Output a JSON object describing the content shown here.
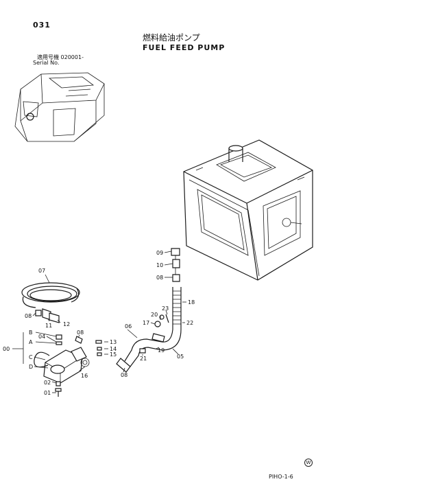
{
  "page_number": "031",
  "title_jp": "燃料給油ポンプ",
  "title_en": "FUEL FEED PUMP",
  "serial_label_jp": "適用号機  020001-",
  "serial_label_en": "Serial No.",
  "footer_code": "PIHO-1-6",
  "watermark": "W",
  "callouts": {
    "c09": "09",
    "c10": "10",
    "c08a": "08",
    "c07": "07",
    "c08b": "08",
    "c11": "11",
    "c12": "12",
    "cB": "B",
    "c04": "04",
    "cA": "A",
    "c00": "00",
    "cC": "C",
    "cD": "D",
    "c02": "02",
    "c01": "01",
    "c16": "16",
    "c08c": "08",
    "c13": "13",
    "c14": "14",
    "c15": "15",
    "c08d": "08",
    "c06": "06",
    "c17": "17",
    "c20": "20",
    "c23": "23",
    "c18": "18",
    "c22": "22",
    "c19": "19",
    "c21": "21",
    "c05": "05"
  }
}
